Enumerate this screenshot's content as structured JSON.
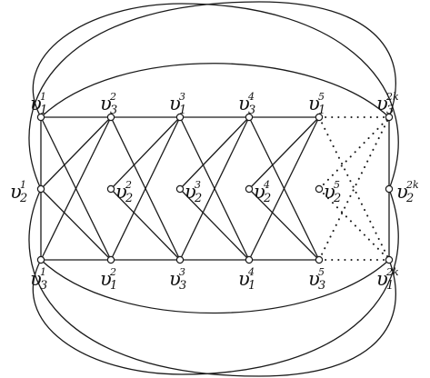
{
  "vertices": [
    {
      "id": "r0c0",
      "base": "υ",
      "sub": "1",
      "sup": "1"
    },
    {
      "id": "r0c1",
      "base": "υ",
      "sub": "3",
      "sup": "2"
    },
    {
      "id": "r0c2",
      "base": "υ",
      "sub": "1",
      "sup": "3"
    },
    {
      "id": "r0c3",
      "base": "υ",
      "sub": "3",
      "sup": "4"
    },
    {
      "id": "r0c4",
      "base": "υ",
      "sub": "1",
      "sup": "5"
    },
    {
      "id": "r0c5",
      "base": "υ",
      "sub": "3",
      "sup": "2k"
    },
    {
      "id": "r1c0",
      "base": "υ",
      "sub": "2",
      "sup": "1"
    },
    {
      "id": "r1c1",
      "base": "υ",
      "sub": "2",
      "sup": "2"
    },
    {
      "id": "r1c2",
      "base": "υ",
      "sub": "2",
      "sup": "3"
    },
    {
      "id": "r1c3",
      "base": "υ",
      "sub": "2",
      "sup": "4"
    },
    {
      "id": "r1c4",
      "base": "υ",
      "sub": "2",
      "sup": "5"
    },
    {
      "id": "r1c5",
      "base": "υ",
      "sub": "2",
      "sup": "2k"
    },
    {
      "id": "r2c0",
      "base": "υ",
      "sub": "3",
      "sup": "1"
    },
    {
      "id": "r2c1",
      "base": "υ",
      "sub": "1",
      "sup": "2"
    },
    {
      "id": "r2c2",
      "base": "υ",
      "sub": "3",
      "sup": "3"
    },
    {
      "id": "r2c3",
      "base": "υ",
      "sub": "1",
      "sup": "4"
    },
    {
      "id": "r2c4",
      "base": "υ",
      "sub": "3",
      "sup": "5"
    },
    {
      "id": "r2c5",
      "base": "υ",
      "sub": "1",
      "sup": "2k"
    }
  ],
  "edges": [
    {
      "from": "r0c0",
      "to": "r0c1",
      "style": "solid"
    },
    {
      "from": "r0c1",
      "to": "r0c2",
      "style": "solid"
    },
    {
      "from": "r0c2",
      "to": "r0c3",
      "style": "solid"
    },
    {
      "from": "r0c3",
      "to": "r0c4",
      "style": "solid"
    },
    {
      "from": "r0c4",
      "to": "r0c5",
      "style": "dotted"
    },
    {
      "from": "r2c0",
      "to": "r2c1",
      "style": "solid"
    },
    {
      "from": "r2c1",
      "to": "r2c2",
      "style": "solid"
    },
    {
      "from": "r2c2",
      "to": "r2c3",
      "style": "solid"
    },
    {
      "from": "r2c3",
      "to": "r2c4",
      "style": "solid"
    },
    {
      "from": "r2c4",
      "to": "r2c5",
      "style": "dotted"
    },
    {
      "from": "r0c0",
      "to": "r1c0",
      "style": "solid"
    },
    {
      "from": "r1c0",
      "to": "r2c0",
      "style": "solid"
    },
    {
      "from": "r0c5",
      "to": "r1c5",
      "style": "solid"
    },
    {
      "from": "r1c5",
      "to": "r2c5",
      "style": "solid"
    },
    {
      "from": "r0c0",
      "to": "r2c1",
      "style": "solid"
    },
    {
      "from": "r0c1",
      "to": "r2c2",
      "style": "solid"
    },
    {
      "from": "r0c2",
      "to": "r2c3",
      "style": "solid"
    },
    {
      "from": "r0c3",
      "to": "r2c4",
      "style": "solid"
    },
    {
      "from": "r0c4",
      "to": "r2c5",
      "style": "dotted"
    },
    {
      "from": "r2c0",
      "to": "r0c1",
      "style": "solid"
    },
    {
      "from": "r2c1",
      "to": "r0c2",
      "style": "solid"
    },
    {
      "from": "r2c2",
      "to": "r0c3",
      "style": "solid"
    },
    {
      "from": "r2c3",
      "to": "r0c4",
      "style": "solid"
    },
    {
      "from": "r2c4",
      "to": "r0c5",
      "style": "dotted"
    },
    {
      "from": "r1c0",
      "to": "r0c1",
      "style": "solid"
    },
    {
      "from": "r1c0",
      "to": "r2c1",
      "style": "solid"
    },
    {
      "from": "r1c1",
      "to": "r0c2",
      "style": "solid"
    },
    {
      "from": "r1c1",
      "to": "r2c2",
      "style": "solid"
    },
    {
      "from": "r1c2",
      "to": "r0c3",
      "style": "solid"
    },
    {
      "from": "r1c2",
      "to": "r2c3",
      "style": "solid"
    },
    {
      "from": "r1c3",
      "to": "r0c4",
      "style": "solid"
    },
    {
      "from": "r1c3",
      "to": "r2c4",
      "style": "solid"
    },
    {
      "from": "r1c4",
      "to": "r0c5",
      "style": "dotted"
    },
    {
      "from": "r1c4",
      "to": "r2c5",
      "style": "dotted"
    },
    {
      "from": "r0c0",
      "to": "r1c5",
      "style": "curve"
    },
    {
      "from": "r0c0",
      "to": "r0c5",
      "style": "curve"
    },
    {
      "from": "r1c0",
      "to": "r0c5",
      "style": "curve"
    },
    {
      "from": "r2c0",
      "to": "r1c5",
      "style": "curve"
    },
    {
      "from": "r2c0",
      "to": "r2c5",
      "style": "curve"
    },
    {
      "from": "r1c0",
      "to": "r2c5",
      "style": "curve"
    }
  ]
}
